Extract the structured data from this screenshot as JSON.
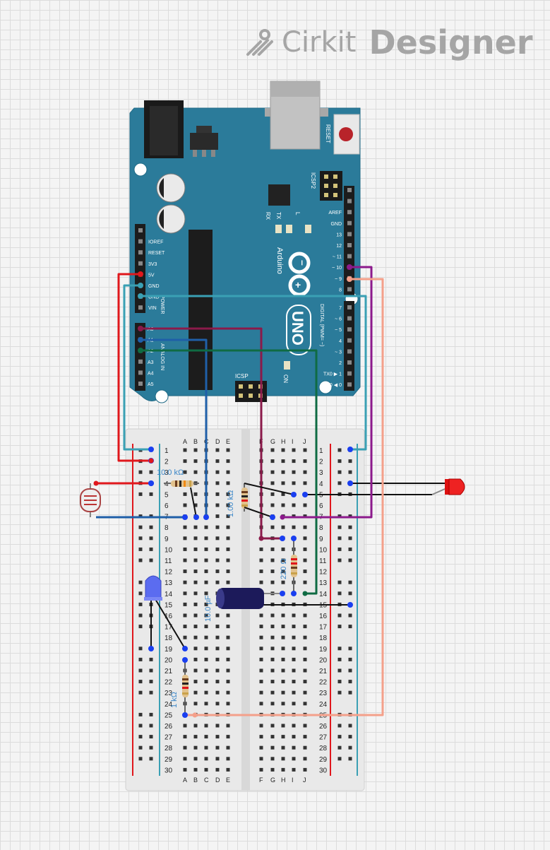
{
  "brand": {
    "name_light": "Cirkit",
    "name_bold": "Designer",
    "logo_icon": "cirkit-logo-icon"
  },
  "arduino": {
    "brand": "Arduino",
    "model": "UNO",
    "reset_label": "RESET",
    "icsp2_label": "ICSP2",
    "icsp_label": "ICSP",
    "tx_label": "TX",
    "rx_label": "RX",
    "l_label": "L",
    "on_label": "ON",
    "power_label": "POWER",
    "analog_label": "ANALOG IN",
    "digital_label": "DIGITAL (PWM= ~)",
    "power_pins": [
      "IOREF",
      "RESET",
      "3V3",
      "5V",
      "GND",
      "GND",
      "VIN"
    ],
    "analog_pins": [
      "A0",
      "A1",
      "A2",
      "A3",
      "A4",
      "A5"
    ],
    "digital_top": [
      "AREF",
      "GND",
      "13",
      "12",
      "~ 11",
      "~ 10",
      "~ 9",
      "8"
    ],
    "digital_bottom": [
      "7",
      "~ 6",
      "~ 5",
      "4",
      "~ 3",
      "2",
      "TX0 ▶ 1",
      "RX0 ◀ 0"
    ]
  },
  "breadboard": {
    "cols_left": [
      "A",
      "B",
      "C",
      "D",
      "E"
    ],
    "cols_right": [
      "F",
      "G",
      "H",
      "I",
      "J"
    ],
    "rows": [
      "1",
      "2",
      "3",
      "4",
      "5",
      "6",
      "7",
      "8",
      "9",
      "10",
      "11",
      "12",
      "13",
      "14",
      "15",
      "16",
      "17",
      "18",
      "19",
      "20",
      "21",
      "22",
      "23",
      "24",
      "25",
      "26",
      "27",
      "28",
      "29",
      "30"
    ]
  },
  "components": {
    "r1_label": "10.0 kΩ",
    "r2_label": "1.00 kΩ",
    "r3_label": "220 Ω",
    "r4_label": "1 kΩ",
    "cap_label": "10.0 µF"
  },
  "colors": {
    "board": "#2b7b9a",
    "wire_5v": "#e0171c",
    "wire_gnd": "#3aa0b4",
    "wire_a0": "#8b1a4a",
    "wire_a1": "#1f5fa8",
    "wire_a2": "#0f6b43",
    "wire_d10": "#8c1a8c",
    "wire_d9": "#f4a08a"
  }
}
